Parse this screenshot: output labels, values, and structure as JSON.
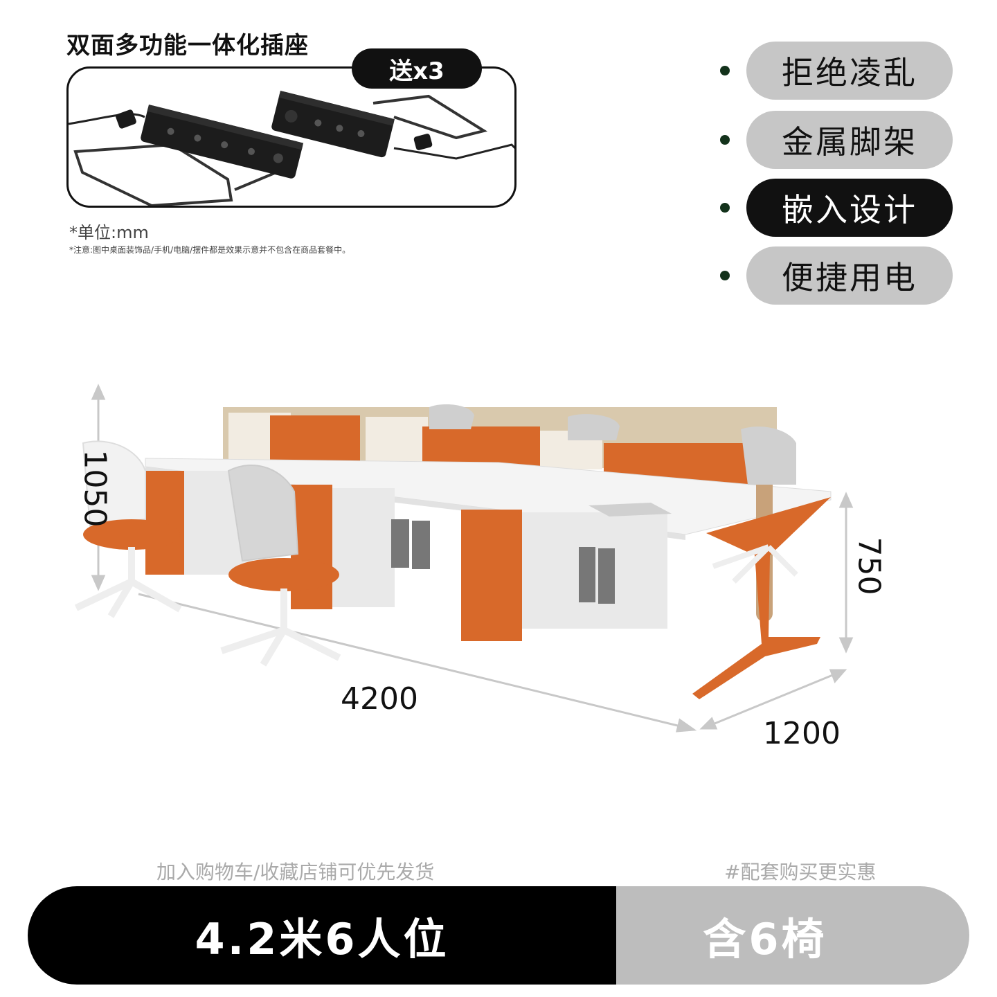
{
  "socket": {
    "title": "双面多功能一体化插座",
    "gift": "送x3"
  },
  "notes": {
    "unit": "*单位:mm",
    "disclaimer": "*注意:图中桌面装饰品/手机/电脑/摆件都是效果示意并不包含在商品套餐中。"
  },
  "features": [
    {
      "label": "拒绝凌乱",
      "highlight": false
    },
    {
      "label": "金属脚架",
      "highlight": false
    },
    {
      "label": "嵌入设计",
      "highlight": true
    },
    {
      "label": "便捷用电",
      "highlight": false
    }
  ],
  "dimensions": {
    "height_total": "1050",
    "height_desk": "750",
    "length": "4200",
    "depth": "1200"
  },
  "promo": {
    "left": "加入购物车/收藏店铺可优先发货",
    "right": "#配套购买更实惠"
  },
  "bottom": {
    "spec": "4.2米6人位",
    "chairs": "含6椅"
  },
  "colors": {
    "accent_orange": "#d8692a",
    "pill_gray": "#c6c6c6",
    "dark": "#111111",
    "bar_gray": "#bdbdbd"
  }
}
